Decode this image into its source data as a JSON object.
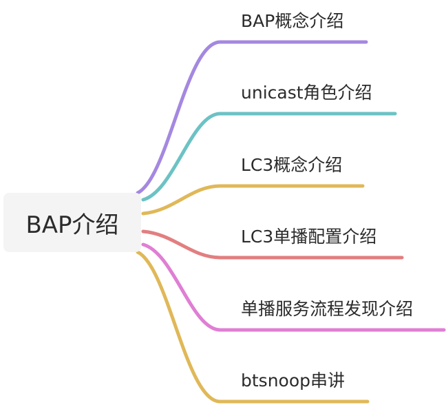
{
  "root": {
    "label": "BAP介绍"
  },
  "branches": [
    {
      "label": "BAP概念介绍",
      "color": "#a488e0"
    },
    {
      "label": "unicast角色介绍",
      "color": "#6cc2c4"
    },
    {
      "label": "LC3概念介绍",
      "color": "#e0b858"
    },
    {
      "label": "LC3单播配置介绍",
      "color": "#e27f80"
    },
    {
      "label": "单播服务流程发现介绍",
      "color": "#e07ed4"
    },
    {
      "label": "btsnoop串讲",
      "color": "#e0b858"
    }
  ]
}
